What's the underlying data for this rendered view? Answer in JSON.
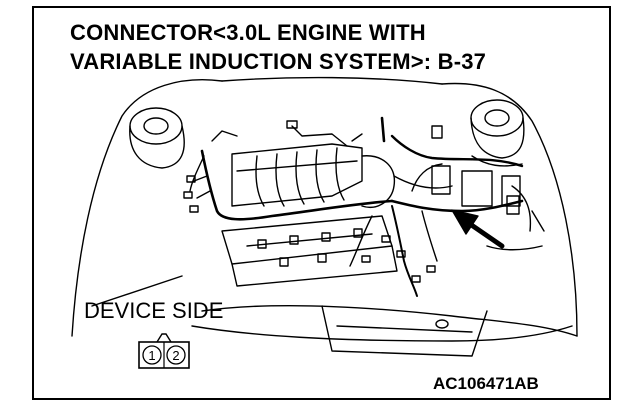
{
  "title": {
    "line1": "CONNECTOR<3.0L ENGINE WITH",
    "line2": "VARIABLE INDUCTION SYSTEM>: B-37"
  },
  "device_side_label": "DEVICE SIDE",
  "connector": {
    "pins": [
      "1",
      "2"
    ]
  },
  "figure_code": "AC106471AB",
  "colors": {
    "line": "#000000",
    "background": "#ffffff"
  },
  "icons": {
    "pointer": "solid-arrow",
    "connector": "two-pin-connector-face"
  }
}
